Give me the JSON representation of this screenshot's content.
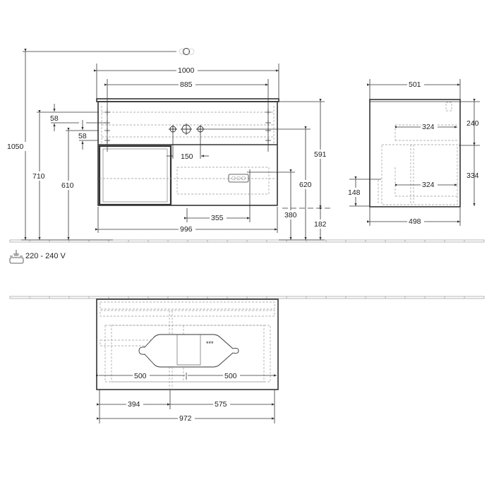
{
  "drawing": {
    "front_view": {
      "overall_width": "1000",
      "inner_width": "885",
      "bottom_width": "996",
      "height_total_from_floor": "1050",
      "height_top_connection": "710",
      "height_lower_connection": "610",
      "offset_top": "58",
      "offset_second": "58",
      "tap_spacing": "150",
      "socket_offset": "355",
      "cabinet_height": "591",
      "height_620": "620",
      "height_380": "380",
      "floor_clearance": "182"
    },
    "side_view": {
      "depth_top": "501",
      "depth_bottom": "498",
      "drawer_upper_height": "240",
      "drawer_lower_height": "334",
      "drawer_upper_depth": "324",
      "drawer_lower_depth": "324",
      "step_height": "148"
    },
    "top_view": {
      "basin_left_half": "500",
      "basin_right_half": "500",
      "left_section": "394",
      "right_section": "575",
      "total_width": "972",
      "note_marker": "***"
    },
    "electrical": {
      "icon": "socket-ground-icon",
      "voltage_label": "220 - 240 V"
    }
  }
}
